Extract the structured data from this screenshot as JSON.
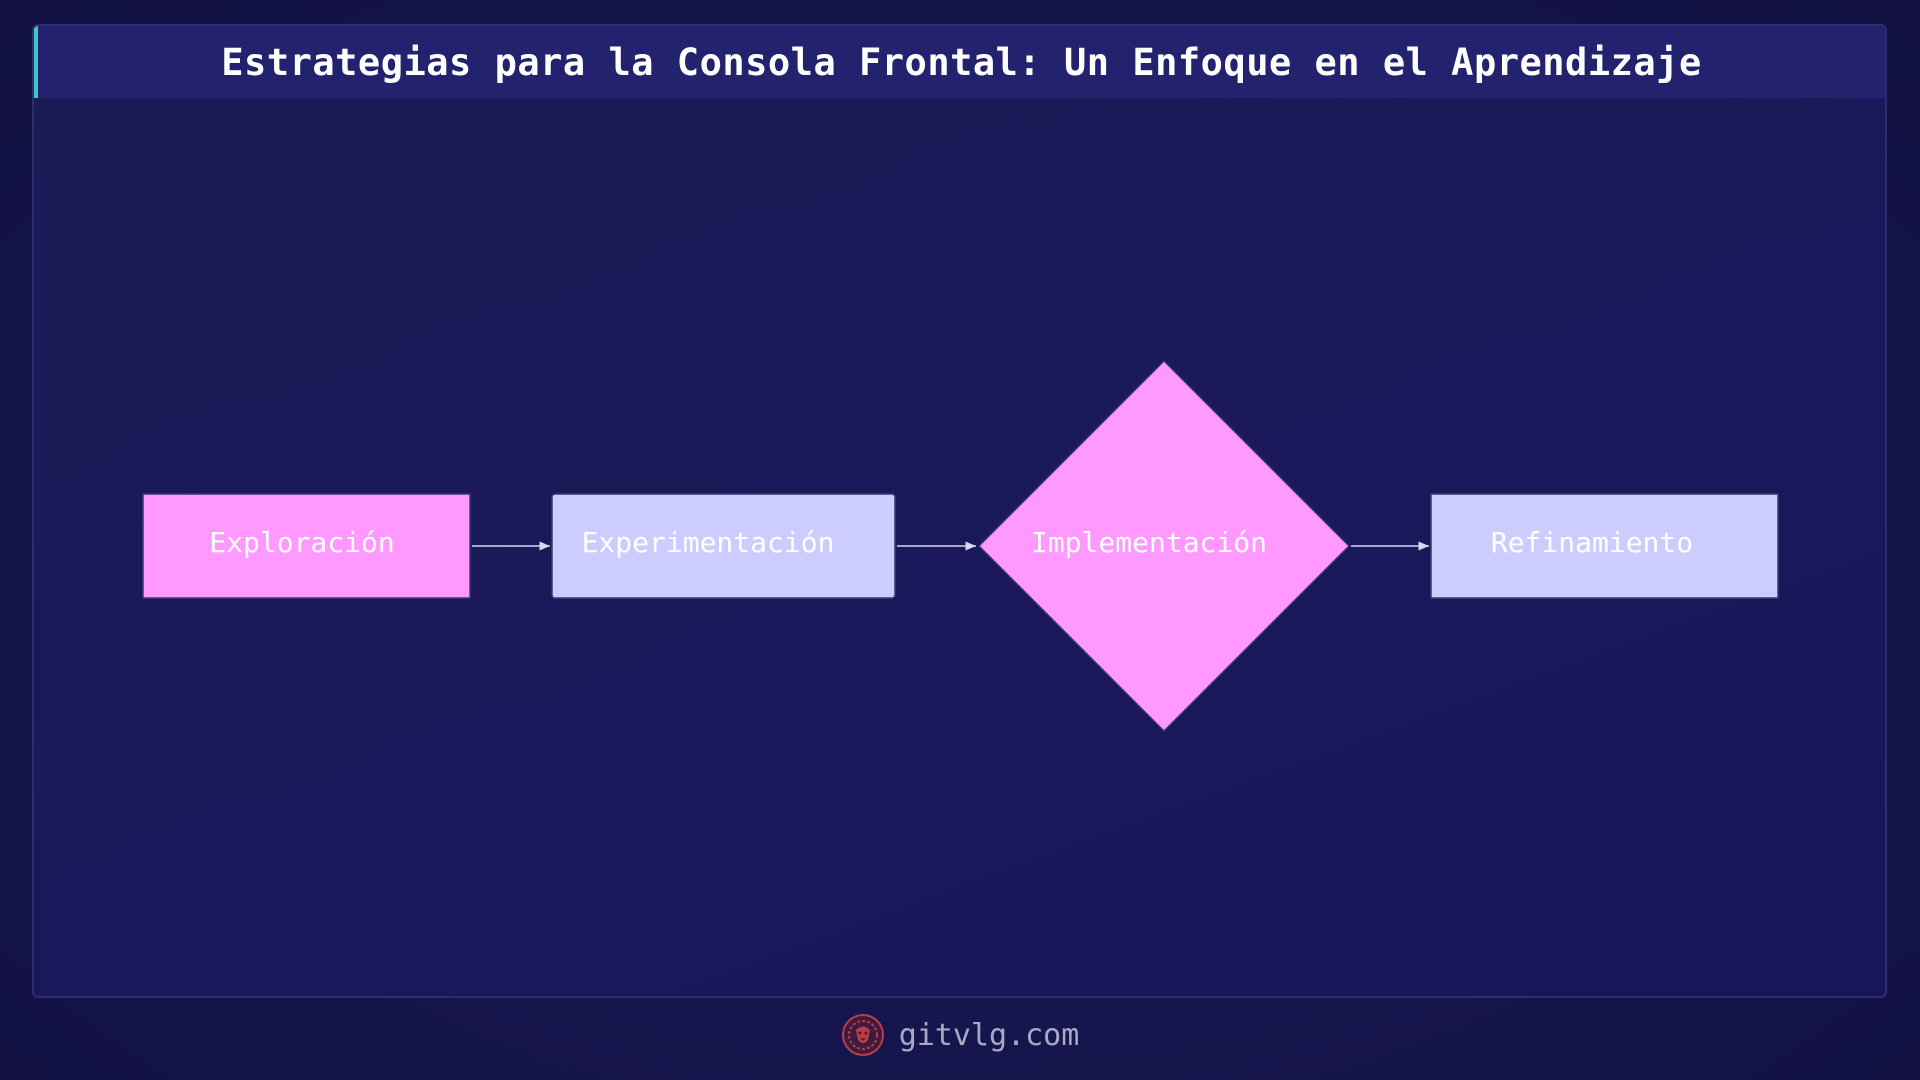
{
  "title": "Estrategias para la Consola Frontal: Un Enfoque en el Aprendizaje",
  "nodes": [
    {
      "label": "Exploración",
      "shape": "rectangle",
      "color": "#ff99ff"
    },
    {
      "label": "Experimentación",
      "shape": "rectangle",
      "color": "#ccccff"
    },
    {
      "label": "Implementación",
      "shape": "diamond",
      "color": "#ff99ff"
    },
    {
      "label": "Refinamiento",
      "shape": "rectangle",
      "color": "#ccccff"
    }
  ],
  "edges": [
    {
      "from": "Exploración",
      "to": "Experimentación"
    },
    {
      "from": "Experimentación",
      "to": "Implementación"
    },
    {
      "from": "Implementación",
      "to": "Refinamiento"
    }
  ],
  "colors": {
    "accent": "#3ec7c3",
    "title_bar": "#22226e",
    "node_pink": "#ff99ff",
    "node_lavender": "#ccccff",
    "edge": "#d8d8f0"
  },
  "footer": {
    "text": "gitvlg.com",
    "icon": "lion-logo-icon"
  }
}
